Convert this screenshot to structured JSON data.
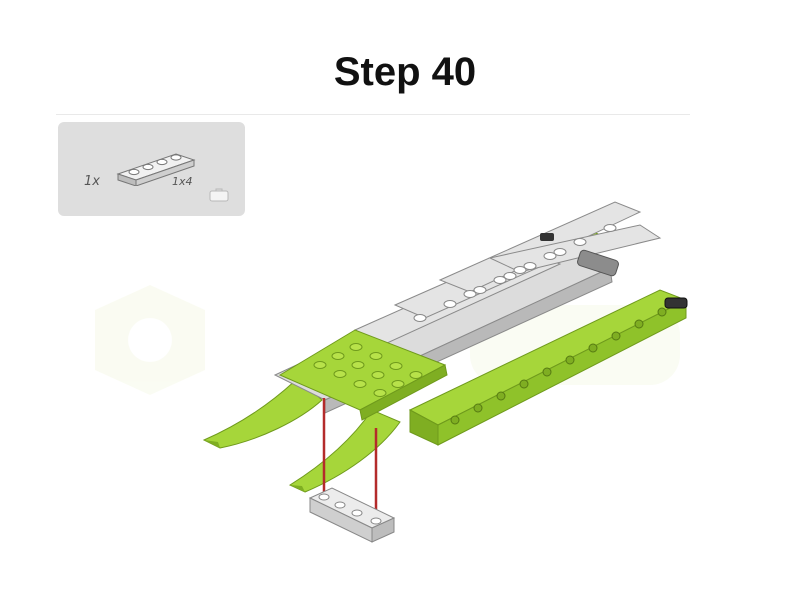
{
  "step": {
    "title": "Step 40"
  },
  "parts_callout": {
    "quantity": "1x",
    "part_size": "1x4",
    "part_icon": "plate-1x4-icon",
    "bag_icon": "bag-icon"
  },
  "colors": {
    "lime": "#a6d63a",
    "lime_dark": "#7fae22",
    "light_gray": "#d7d7d7",
    "panel_gray": "#dedede",
    "guide_line": "#b42b2b"
  }
}
